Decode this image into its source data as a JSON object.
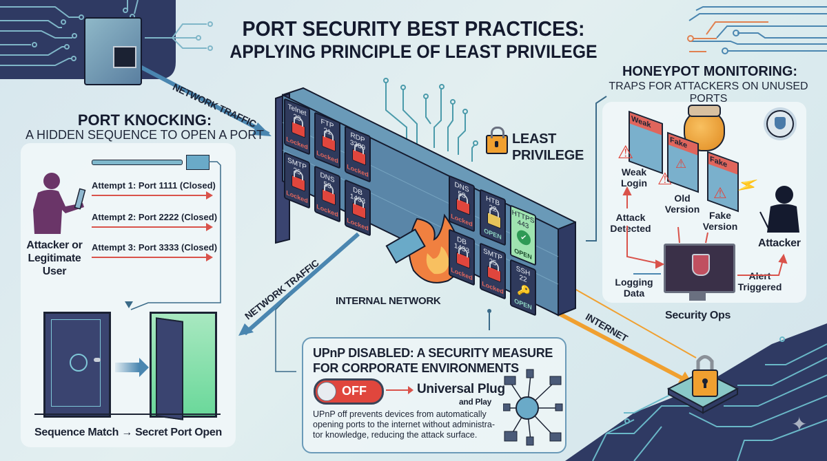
{
  "title": {
    "line1": "PORT SECURITY BEST PRACTICES:",
    "line2": "APPLYING PRINCIPLE OF LEAST PRIVILEGE"
  },
  "flows": {
    "network_traffic_in": "NETWORK TRAFFIC",
    "network_traffic_out": "NETWORK TRAFFIC",
    "internal_network": "INTERNAL NETWORK",
    "internet": "INTERNET"
  },
  "least_privilege": {
    "line1": "LEAST",
    "line2": "PRIVILEGE"
  },
  "port_knocking": {
    "heading": "PORT KNOCKING:",
    "subheading": "A HIDDEN SEQUENCE TO OPEN A PORT",
    "actor": "Attacker or Legitimate User",
    "attempts": [
      "Attempt 1: Port 1111 (Closed)",
      "Attempt 2: Port 2222 (Closed)",
      "Attempt 3: Port 3333 (Closed)"
    ],
    "caption": "Sequence Match → Secret Port Open"
  },
  "firewall": {
    "ports": [
      {
        "name": "Telnet",
        "number": "23",
        "status": "Locked"
      },
      {
        "name": "FTP",
        "number": "21",
        "status": "Locked"
      },
      {
        "name": "RDP",
        "number": "3389",
        "status": "Locked"
      },
      {
        "name": "SMTP",
        "number": "25",
        "status": "Locked"
      },
      {
        "name": "DNS",
        "number": "53",
        "status": "Locked"
      },
      {
        "name": "DB",
        "number": "1433",
        "status": "Locked"
      },
      {
        "name": "DNS",
        "number": "53",
        "status": "Locked"
      },
      {
        "name": "HTB",
        "number": "22",
        "status": "OPEN"
      },
      {
        "name": "HTTPS",
        "number": "443",
        "status": "OPEN"
      },
      {
        "name": "DB",
        "number": "1433",
        "status": "Locked"
      },
      {
        "name": "SMTP",
        "number": "25",
        "status": "Locked"
      },
      {
        "name": "SSH",
        "number": "22",
        "status": "OPEN"
      }
    ]
  },
  "honeypot": {
    "heading": "HONEYPOT MONITORING:",
    "subheading": "TRAPS FOR ATTACKERS ON UNUSED PORTS",
    "doors": [
      "Weak",
      "Fake",
      "Fake"
    ],
    "labels": {
      "weak_login": "Weak Login",
      "old_version": "Old Version",
      "fake_version": "Fake Version",
      "attack_detected": "Attack Detected",
      "logging_data": "Logging Data",
      "alert_triggered": "Alert Triggered",
      "attacker": "Attacker",
      "security_ops": "Security Ops"
    }
  },
  "upnp": {
    "heading_line1": "UPnP DISABLED: A SECURITY MEASURE",
    "heading_line2": "FOR CORPORATE ENVIRONMENTS",
    "toggle_label": "OFF",
    "toggle_state": "off",
    "logo_line1": "Universal Plug",
    "logo_line2": "and Play",
    "description": "UPnP off prevents devices from automatically opening ports to the internet without administra-tor  knowledge, reducing the attack surface."
  },
  "colors": {
    "navy": "#2f3a5c",
    "alert_red": "#e0463d",
    "open_green": "#9fe3b0",
    "internet_orange": "#f0a030",
    "traffic_blue": "#4a86b0"
  }
}
